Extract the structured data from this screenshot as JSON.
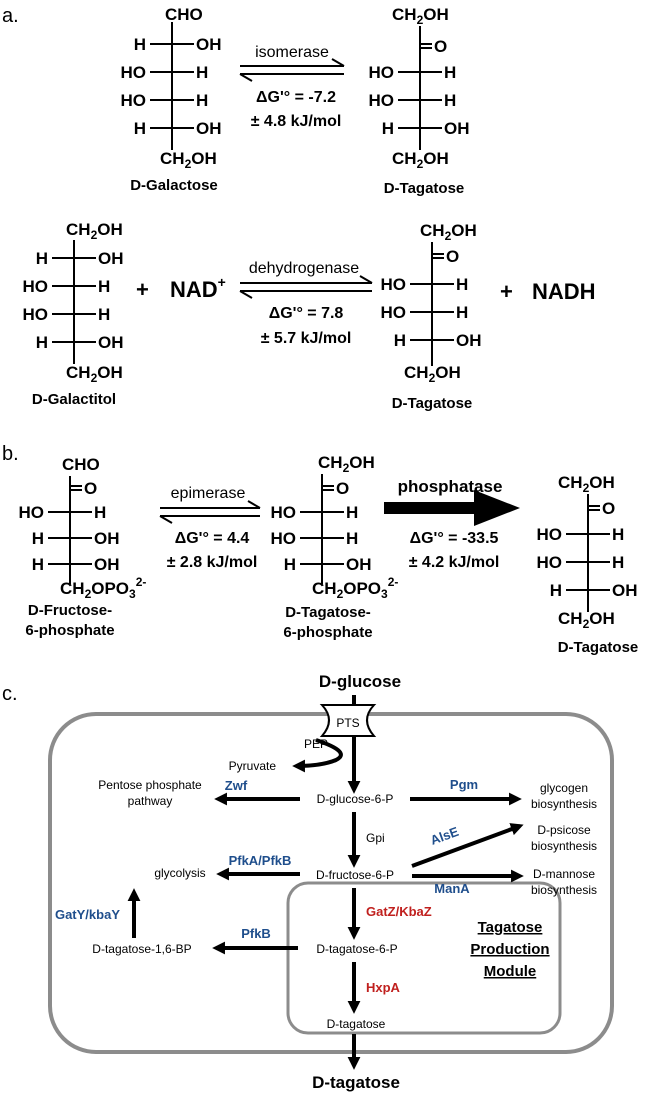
{
  "colors": {
    "enzyme_blue": "#1f4e8c",
    "enzyme_red": "#c0201e",
    "cell_border": "#8c8c8c"
  },
  "panel_a": {
    "section_label": "a.",
    "reaction1": {
      "substrate": {
        "top": "CHO",
        "rows": [
          [
            "H",
            "OH"
          ],
          [
            "HO",
            "H"
          ],
          [
            "HO",
            "H"
          ],
          [
            "H",
            "OH"
          ]
        ],
        "bottom": "CH2OH",
        "name": "D-Galactose"
      },
      "enzyme": "isomerase",
      "dg_line1": "ΔG'° = -7.2",
      "dg_line2": "± 4.8 kJ/mol",
      "product": {
        "top": "CH2OH",
        "keto": "O",
        "rows": [
          [
            "HO",
            "H"
          ],
          [
            "HO",
            "H"
          ],
          [
            "H",
            "OH"
          ]
        ],
        "bottom": "CH2OH",
        "name": "D-Tagatose"
      }
    },
    "reaction2": {
      "substrate": {
        "top": "CH2OH",
        "rows": [
          [
            "H",
            "OH"
          ],
          [
            "HO",
            "H"
          ],
          [
            "HO",
            "H"
          ],
          [
            "H",
            "OH"
          ]
        ],
        "bottom": "CH2OH",
        "name": "D-Galactitol"
      },
      "plus1": "+",
      "cofactor_in": "NAD",
      "cofactor_in_sup": "+",
      "enzyme": "dehydrogenase",
      "dg_line1": "ΔG'° = 7.8",
      "dg_line2": "± 5.7 kJ/mol",
      "product": {
        "top": "CH2OH",
        "keto": "O",
        "rows": [
          [
            "HO",
            "H"
          ],
          [
            "HO",
            "H"
          ],
          [
            "H",
            "OH"
          ]
        ],
        "bottom": "CH2OH",
        "name": "D-Tagatose"
      },
      "plus2": "+",
      "cofactor_out": "NADH"
    }
  },
  "panel_b": {
    "section_label": "b.",
    "substrate": {
      "top": "CHO",
      "keto": "O",
      "rows": [
        [
          "HO",
          "H"
        ],
        [
          "H",
          "OH"
        ],
        [
          "H",
          "OH"
        ]
      ],
      "bottom": "CH2OPO3",
      "bottom_sup": "2-",
      "name1": "D-Fructose-",
      "name2": "6-phosphate"
    },
    "enzyme1": "epimerase",
    "dg1_line1": "ΔG'° = 4.4",
    "dg1_line2": "± 2.8 kJ/mol",
    "intermediate": {
      "top": "CH2OH",
      "keto": "O",
      "rows": [
        [
          "HO",
          "H"
        ],
        [
          "HO",
          "H"
        ],
        [
          "H",
          "OH"
        ]
      ],
      "bottom": "CH2OPO3",
      "bottom_sup": "2-",
      "name1": "D-Tagatose-",
      "name2": "6-phosphate"
    },
    "enzyme2": "phosphatase",
    "dg2_line1": "ΔG'° = -33.5",
    "dg2_line2": "± 4.2 kJ/mol",
    "product": {
      "top": "CH2OH",
      "keto": "O",
      "rows": [
        [
          "HO",
          "H"
        ],
        [
          "HO",
          "H"
        ],
        [
          "H",
          "OH"
        ]
      ],
      "bottom": "CH2OH",
      "name": "D-Tagatose"
    }
  },
  "panel_c": {
    "section_label": "c.",
    "input": "D-glucose",
    "output": "D-tagatose",
    "pts": "PTS",
    "pep": "PEP",
    "pyruvate": "Pyruvate",
    "g6p": "D-glucose-6-P",
    "f6p": "D-fructose-6-P",
    "t6p": "D-tagatose-6-P",
    "tagatose": "D-tagatose",
    "t16bp": "D-tagatose-1,6-BP",
    "ppp_line1": "Pentose phosphate",
    "ppp_line2": "pathway",
    "glycogen_line1": "glycogen",
    "glycogen_line2": "biosynthesis",
    "glycolysis": "glycolysis",
    "psicose_line1": "D-psicose",
    "psicose_line2": "biosynthesis",
    "mannose_line1": "D-mannose",
    "mannose_line2": "biosynthesis",
    "gpi": "Gpi",
    "zwf": "Zwf",
    "pgm": "Pgm",
    "pfka": "PfkA/PfkB",
    "alse": "AlsE",
    "mana": "ManA",
    "gatz": "GatZ/KbaZ",
    "hxpa": "HxpA",
    "pfkb": "PfkB",
    "gaty": "GatY/kbaY",
    "module_line1": "Tagatose",
    "module_line2": "Production",
    "module_line3": "Module"
  }
}
